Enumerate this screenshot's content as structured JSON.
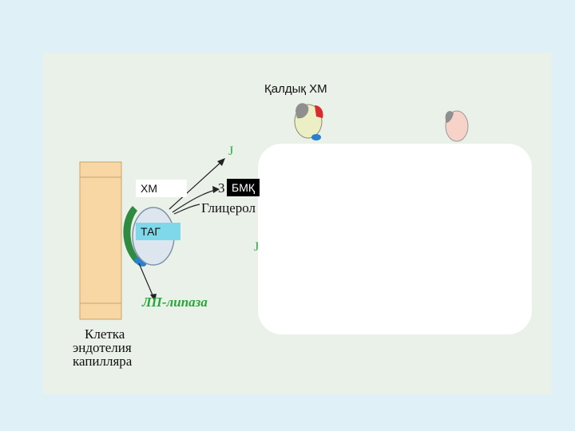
{
  "labels": {
    "residual_chylomicron": "Қалдық ХМ",
    "chylomicron": "ХМ",
    "tag": "ТАГ",
    "bmk": "БМҚ",
    "glycerol": "Глицерол",
    "lp_lipase": "ЛП-липаза",
    "digit_3": "3",
    "endothelium_line1": "Клетка",
    "endothelium_line2": "эндотелия",
    "endothelium_line3": "капилляра"
  },
  "colors": {
    "slide_bg": "#dff1f6",
    "panel_bg": "#eaf1e9",
    "endothelial_cell": "#f8d7a5",
    "lp_lipase_green": "#2e8b3f",
    "lp_lipase_text": "#2aa53c",
    "tag_box": "#7ed8ea",
    "chylomicron_fill": "#dde6ef"
  }
}
